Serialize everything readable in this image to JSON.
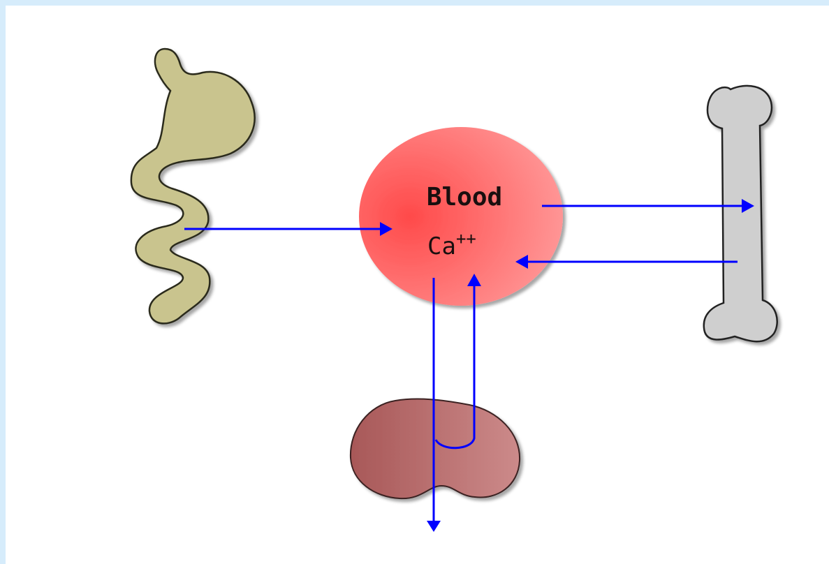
{
  "diagram": {
    "center_node": {
      "line1": "Blood",
      "ion": "Ca",
      "charge": "++",
      "color": "#ff6b6b"
    },
    "nodes": [
      {
        "id": "intestine",
        "icon": "intestine-icon",
        "color": "#c8c38c"
      },
      {
        "id": "bone",
        "icon": "bone-icon",
        "color": "#cfcfcf"
      },
      {
        "id": "kidney",
        "icon": "kidney-icon",
        "color": "#b06a6a"
      }
    ],
    "edges": [
      {
        "from": "intestine",
        "to": "blood"
      },
      {
        "from": "blood",
        "to": "bone"
      },
      {
        "from": "bone",
        "to": "blood"
      },
      {
        "from": "blood",
        "to": "kidney"
      },
      {
        "from": "kidney",
        "to": "blood"
      },
      {
        "from": "kidney",
        "to": "excretion"
      }
    ],
    "arrow_color": "#0000ff"
  }
}
